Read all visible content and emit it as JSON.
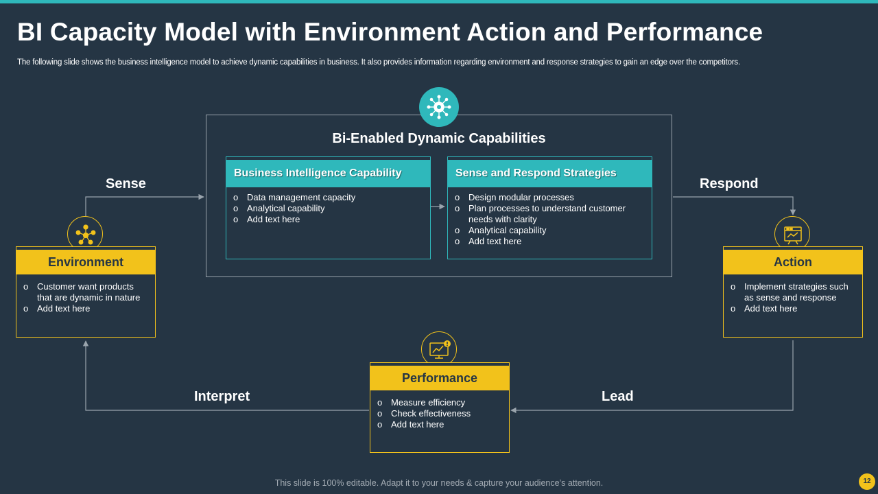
{
  "title": "BI Capacity Model with Environment Action and Performance",
  "subtitle": "The following slide shows the business intelligence model to achieve dynamic capabilities in business. It also provides information regarding environment and response strategies to gain an edge over the competitors.",
  "center": {
    "title": "Bi-Enabled Dynamic Capabilities",
    "bi_box": {
      "heading": "Business Intelligence Capability",
      "items": [
        "Data management capacity",
        "Analytical capability",
        "Add text here"
      ]
    },
    "sr_box": {
      "heading": "Sense and Respond Strategies",
      "items": [
        "Design modular processes",
        "Plan processes to understand customer needs with clarity",
        "Analytical capability",
        "Add text here"
      ]
    }
  },
  "environment": {
    "heading": "Environment",
    "items": [
      "Customer want products that are dynamic in nature",
      "Add text here"
    ]
  },
  "action": {
    "heading": "Action",
    "items": [
      "Implement strategies such as sense and response",
      "Add text here"
    ]
  },
  "performance": {
    "heading": "Performance",
    "items": [
      "Measure efficiency",
      "Check effectiveness",
      "Add text here"
    ]
  },
  "flow_labels": {
    "sense": "Sense",
    "respond": "Respond",
    "interpret": "Interpret",
    "lead": "Lead"
  },
  "footer": "This slide is 100% editable. Adapt it to your needs & capture your audience’s attention.",
  "page_number": "12",
  "colors": {
    "background": "#253544",
    "teal": "#2fb8bb",
    "yellow": "#f2c21b"
  }
}
